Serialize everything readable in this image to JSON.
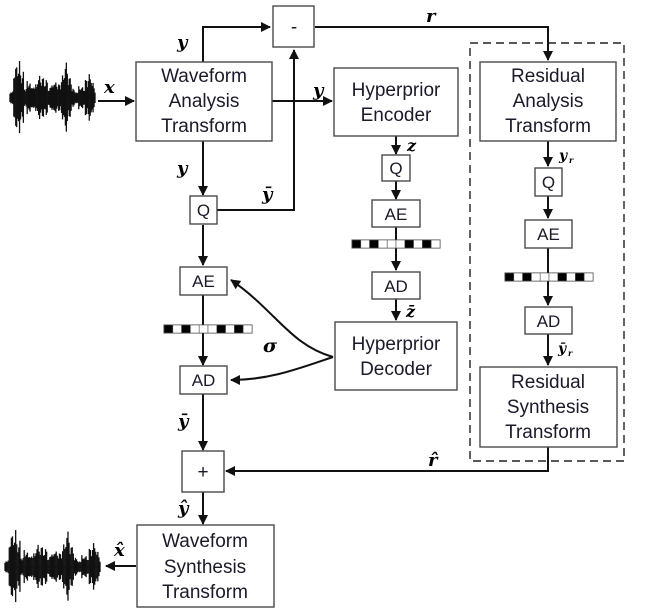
{
  "diagram": {
    "blocks": {
      "waveform_analysis": [
        "Waveform",
        "Analysis",
        "Transform"
      ],
      "hyperprior_encoder": [
        "Hyperprior",
        "Encoder"
      ],
      "residual_analysis": [
        "Residual",
        "Analysis",
        "Transform"
      ],
      "hyperprior_decoder": [
        "Hyperprior",
        "Decoder"
      ],
      "residual_synthesis": [
        "Residual",
        "Synthesis",
        "Transform"
      ],
      "waveform_synthesis": [
        "Waveform",
        "Synthesis",
        "Transform"
      ],
      "subtract": "-",
      "add": "+",
      "quantizer": "Q",
      "arithmetic_encoder": "AE",
      "arithmetic_decoder": "AD"
    },
    "signals": {
      "input": "x",
      "latent": "y",
      "latent_quantized": "ȳ",
      "residual": "r",
      "residual_latent": "y",
      "residual_latent_sub": "r",
      "residual_latent_quantized": "ȳ",
      "residual_hat": "r̂",
      "hyper_latent": "z",
      "hyper_latent_quantized": "z̄",
      "scale": "σ",
      "latent_hat": "ŷ",
      "output": "x̂"
    },
    "bitstream_pattern": [
      1,
      0,
      1,
      0,
      0,
      0,
      1,
      0,
      1,
      0
    ]
  }
}
